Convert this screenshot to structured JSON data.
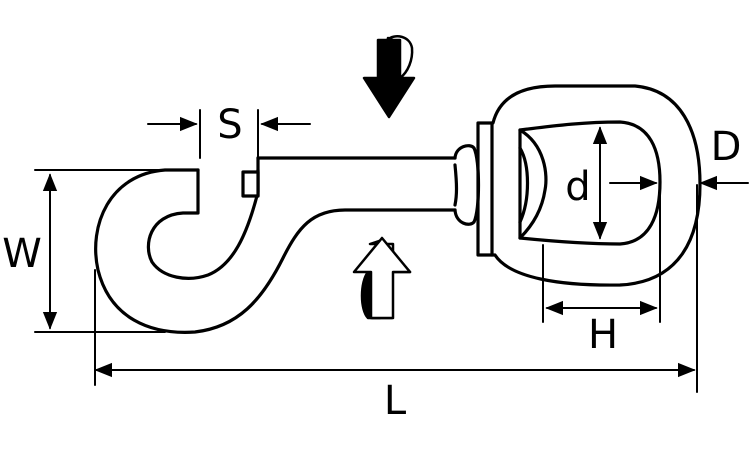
{
  "diagram": {
    "labels": {
      "S": "S",
      "W": "W",
      "d": "d",
      "D": "D",
      "H": "H",
      "L": "L"
    },
    "icons": {
      "down_arrow": "rotation-arrow-down-icon",
      "up_arrow": "rotation-arrow-up-icon"
    },
    "colors": {
      "stroke": "#000000",
      "background": "#ffffff"
    }
  }
}
